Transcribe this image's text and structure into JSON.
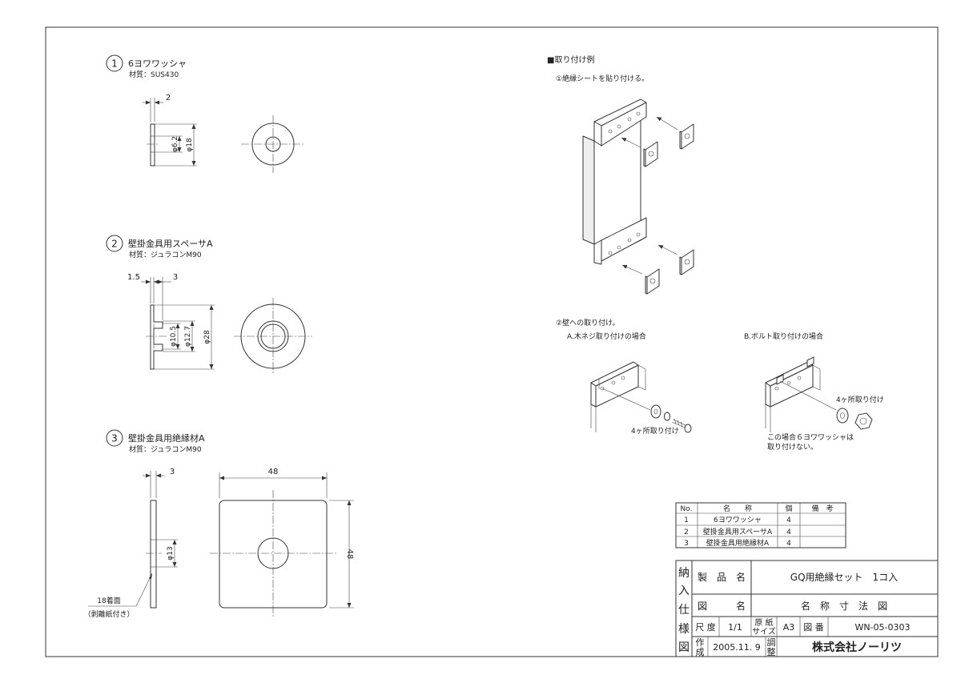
{
  "parts": [
    {
      "num": "1",
      "name": "6ヨワワッシャ",
      "material": "材質：SUS430",
      "dims": {
        "thickness": "2",
        "inner": "φ6.2",
        "outer": "φ18"
      }
    },
    {
      "num": "2",
      "name": "壁掛金具用スペーサA",
      "material": "材質：ジュラコンM90",
      "dims": {
        "flange": "1.5",
        "length": "3",
        "bore": "φ10.5",
        "boss": "φ12.7",
        "outer": "φ28"
      }
    },
    {
      "num": "3",
      "name": "壁掛金具用絶縁材A",
      "material": "材質：ジュラコンM90",
      "dims": {
        "thickness": "3",
        "hole": "φ13",
        "width": "48",
        "height": "48"
      },
      "note1": "18着面",
      "note2": "（剥離紙付き）"
    }
  ],
  "example": {
    "title": "■取り付け例",
    "step1": "①絶縁シートを貼り付ける。",
    "step2": "②壁への取り付け。",
    "caseA": "A.木ネジ取り付けの場合",
    "caseB": "B.ボルト取り付けの場合",
    "noteA": "4ヶ所取り付け",
    "noteB": "4ヶ所取り付け",
    "noteB2a": "この場合６ヨワワッシャは",
    "noteB2b": "取り付けない。"
  },
  "parts_list": {
    "headers": [
      "No.",
      "名　　称",
      "個",
      "備　考"
    ],
    "rows": [
      [
        "1",
        "6ヨワワッシャ",
        "4",
        ""
      ],
      [
        "2",
        "壁掛金具用スペーサA",
        "4",
        ""
      ],
      [
        "3",
        "壁掛金具用絶縁材A",
        "4",
        ""
      ]
    ]
  },
  "title_block": {
    "vertical_chars": [
      "納",
      "入",
      "仕",
      "様",
      "図"
    ],
    "product_label": "製　品　名",
    "product_value": "GQ用絶縁セット　1コ入",
    "drawing_label": "図　　　名",
    "drawing_value": "名　称　寸　法　図",
    "scale_label": "尺 度",
    "scale_value": "1/1",
    "paper_label_1": "原 紙",
    "paper_label_2": "サイズ",
    "paper_value": "A3",
    "number_label": "図 番",
    "number_value": "WN-05-0303",
    "made_label_1": "作",
    "made_label_2": "成",
    "date_value": "2005.11. 9",
    "adjust_label_1": "調",
    "adjust_label_2": "整",
    "company": "株式会社ノーリツ"
  }
}
